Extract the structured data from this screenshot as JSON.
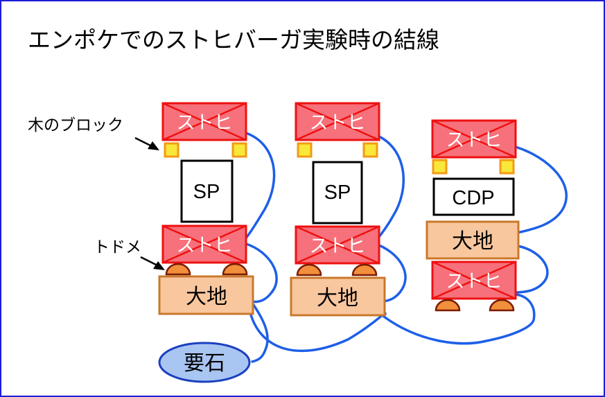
{
  "title": "エンポケでのストヒバーガ実験時の結線",
  "labels": {
    "wood_block": "木のブロック",
    "todome": "トドメ",
    "keystone": "要石"
  },
  "colors": {
    "stohi_fill": "#f6717b",
    "stohi_stroke": "#ee1111",
    "wood_fill": "#f9e73a",
    "wood_stroke": "#f39a16",
    "ground_fill": "#f9c79e",
    "ground_stroke": "#c9782a",
    "todome_fill": "#f18f3c",
    "todome_stroke": "#7a1a00",
    "keystone_fill": "#a9c5f2",
    "keystone_stroke": "#1b3fbf",
    "wire": "#1d5fe8"
  },
  "columns": [
    {
      "top_stohi": "ストヒ",
      "device": "SP",
      "bottom_stohi": "ストヒ",
      "ground": "大地"
    },
    {
      "top_stohi": "ストヒ",
      "device": "SP",
      "bottom_stohi": "ストヒ",
      "ground": "大地"
    },
    {
      "top_stohi": "ストヒ",
      "device": "CDP",
      "ground": "大地",
      "bottom_stohi": "ストヒ"
    }
  ]
}
